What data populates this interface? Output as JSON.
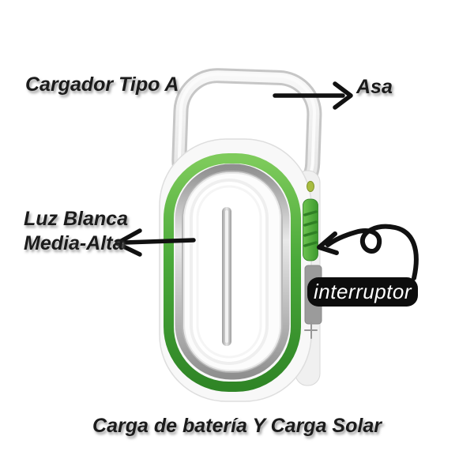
{
  "labels": {
    "charger_type": "Cargador Tipo A",
    "handle": "Asa",
    "white_light_line1": "Luz Blanca",
    "white_light_line2": "Media-Alta",
    "switch_tag": "interruptor",
    "charging": "Carga de batería Y Carga Solar"
  },
  "colors": {
    "background": "#ffffff",
    "ring_green": "#4aa93a",
    "ring_green_light": "#7ecb5b",
    "ring_green_dark": "#2f8526",
    "switch_green": "#54ac3c",
    "indicator_yellow_green": "#a8bc40",
    "annotation_black": "#111111",
    "switch_tag_bg": "#0d0d0d",
    "switch_tag_text": "#ffffff"
  }
}
